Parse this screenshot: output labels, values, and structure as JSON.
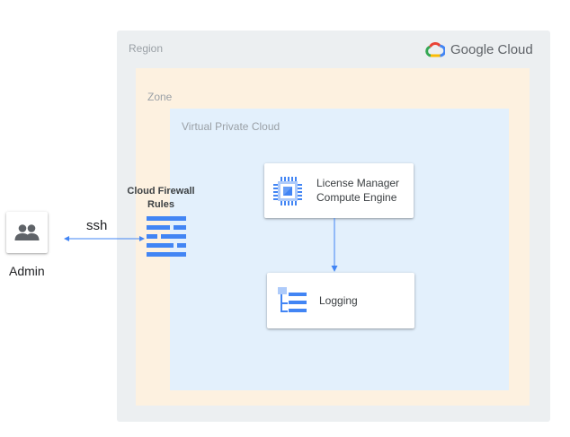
{
  "region": {
    "label": "Region"
  },
  "brand": {
    "name": "Google Cloud",
    "icon": "google-cloud-logo"
  },
  "zone": {
    "label": "Zone"
  },
  "vpc": {
    "label": "Virtual Private Cloud"
  },
  "firewall": {
    "line1": "Cloud Firewall",
    "line2": "Rules",
    "icon": "firewall-icon"
  },
  "admin": {
    "label": "Admin",
    "icon": "people-icon"
  },
  "connection": {
    "label": "ssh"
  },
  "compute": {
    "line1": "License Manager",
    "line2": "Compute Engine",
    "icon": "compute-engine-icon"
  },
  "logging": {
    "label": "Logging",
    "icon": "logging-icon"
  },
  "colors": {
    "region_bg": "#eceff1",
    "zone_bg": "#fdf1e0",
    "vpc_bg": "#e3f0fc",
    "accent": "#4285f4"
  }
}
